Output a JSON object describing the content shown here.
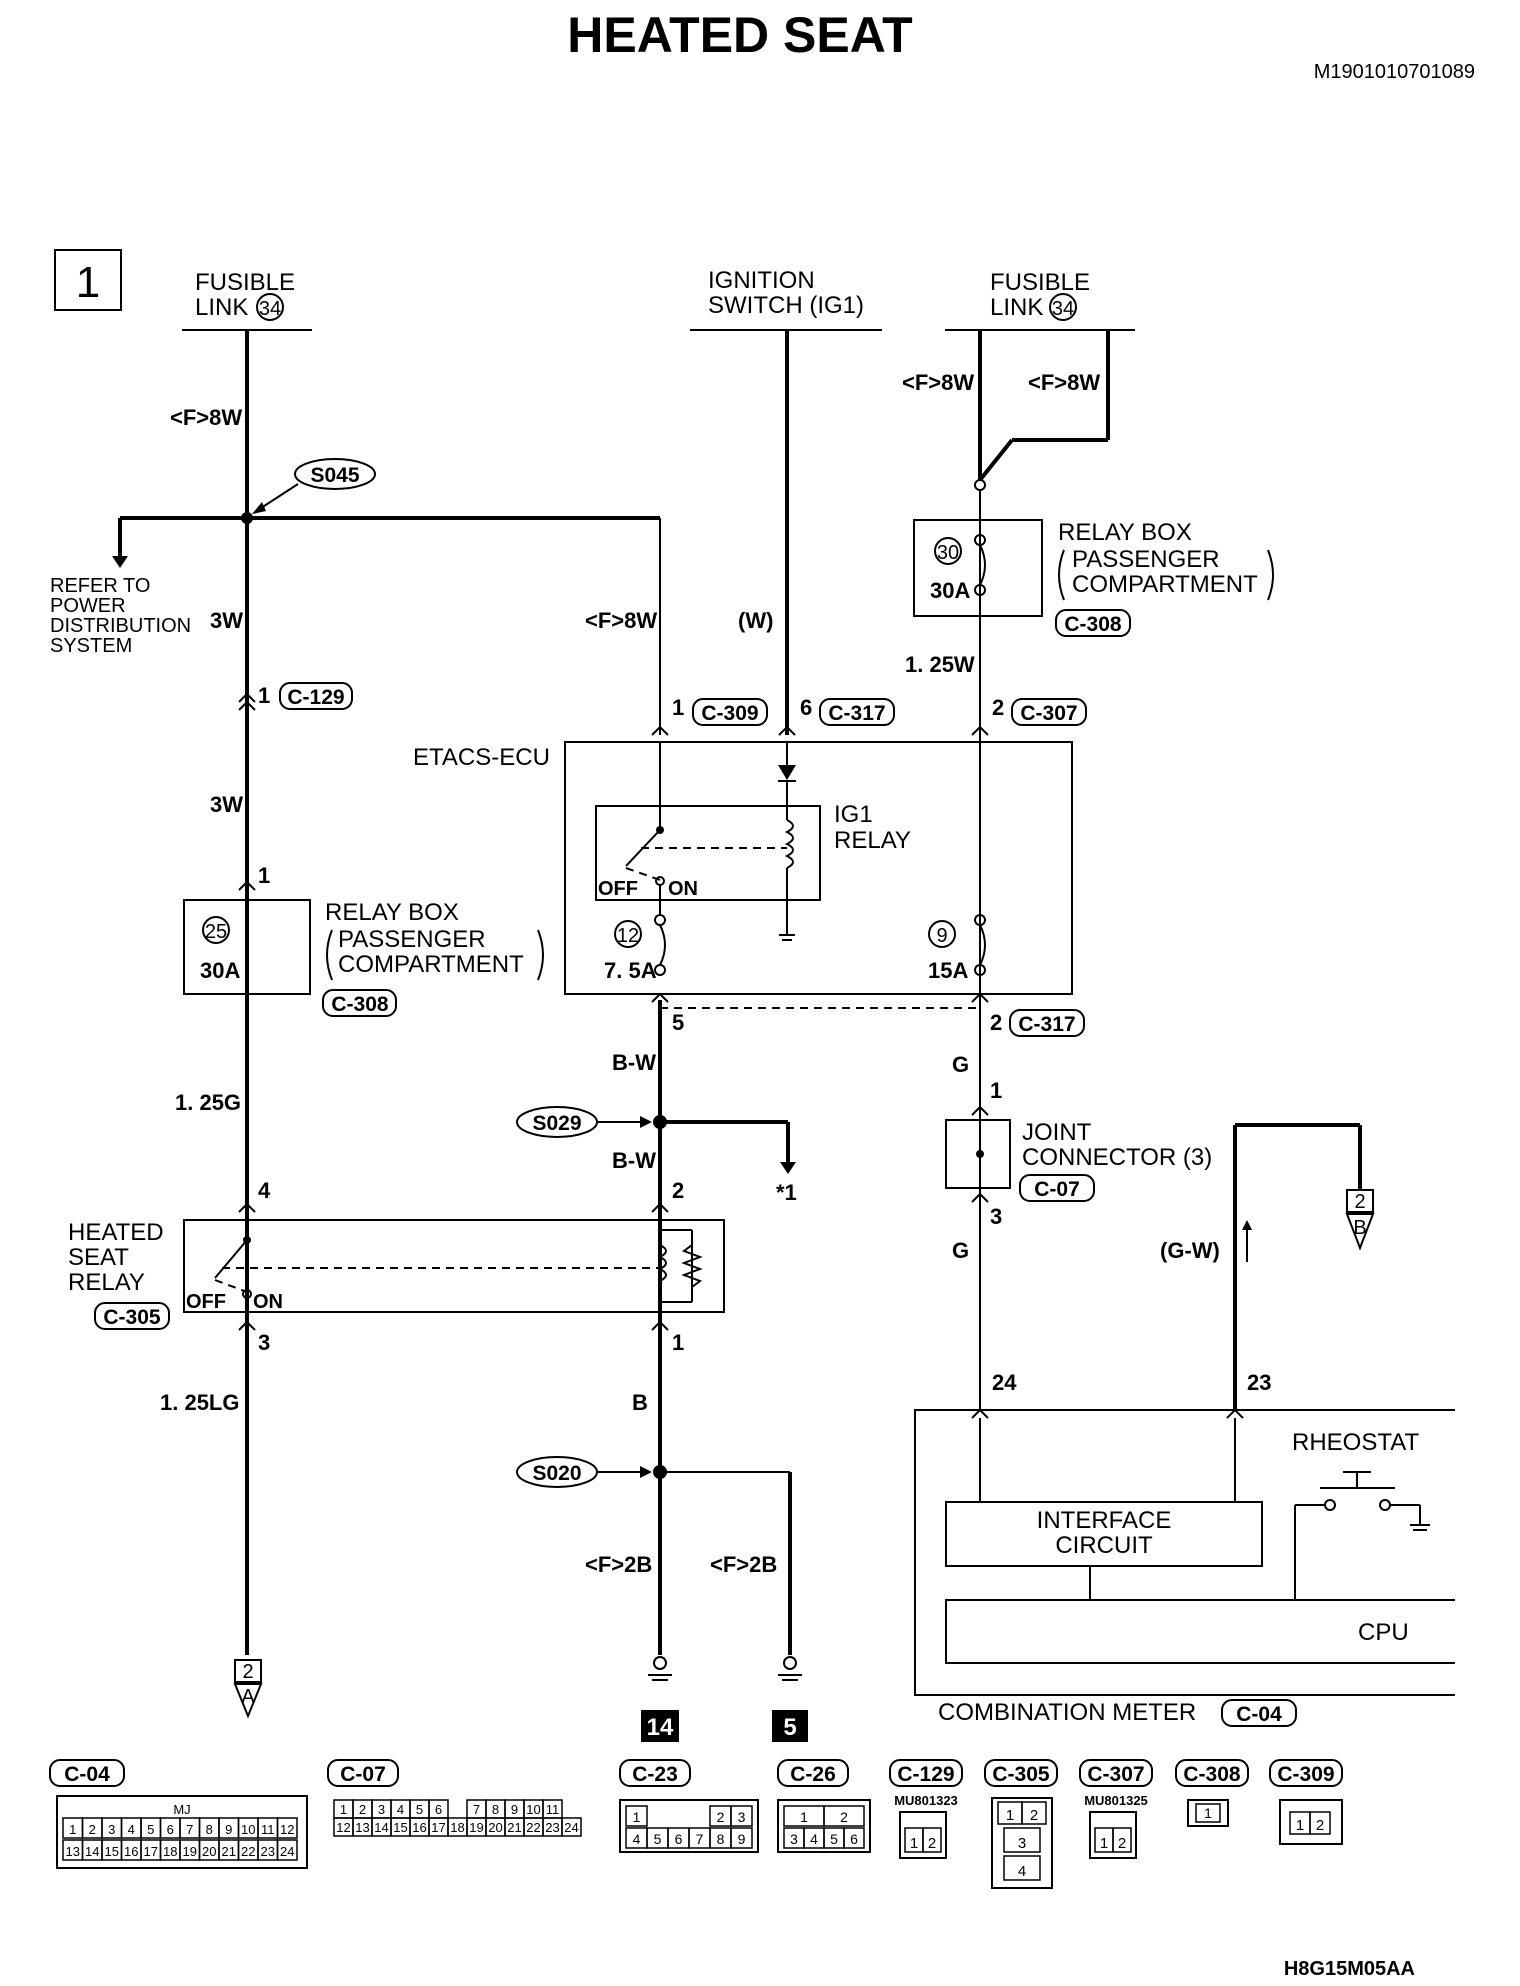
{
  "title": "HEATED SEAT",
  "doc_code": "M1901010701089",
  "page_number": "1",
  "fig_code": "H8G15M05AA",
  "sources": {
    "fusible_left": [
      "FUSIBLE",
      "LINK"
    ],
    "fusible_left_num": "34",
    "ignition": [
      "IGNITION",
      "SWITCH (IG1)"
    ],
    "fusible_right": [
      "FUSIBLE",
      "LINK"
    ],
    "fusible_right_num": "34"
  },
  "splices": {
    "s045": "S045",
    "s029": "S029",
    "s020": "S020"
  },
  "refer_to": [
    "REFER TO",
    "POWER",
    "DISTRIBUTION",
    "SYSTEM"
  ],
  "wires": {
    "w_f8w_left": "<F>8W",
    "w_3w_a": "3W",
    "w_3w_b": "3W",
    "w_f8w_mid": "<F>8W",
    "w_w": "(W)",
    "w_f8w_r1": "<F>8W",
    "w_f8w_r2": "<F>8W",
    "w_125w": "1. 25W",
    "w_125g": "1. 25G",
    "w_bw1": "B-W",
    "w_bw2": "B-W",
    "w_g1": "G",
    "w_g2": "G",
    "w_gw": "(G-W)",
    "w_125lg": "1. 25LG",
    "w_b": "B",
    "w_f2b_1": "<F>2B",
    "w_f2b_2": "<F>2B"
  },
  "pins": {
    "p_c129": "1",
    "p_c309": "1",
    "p_c317a": "6",
    "p_c307": "2",
    "p_rb_in": "1",
    "p_ecu5": "5",
    "p_c317b": "2",
    "p_jc1": "1",
    "p_hs4": "4",
    "p_hs2": "2",
    "p_jc3": "3",
    "p_hs3": "3",
    "p_hs1": "1",
    "p_m24": "24",
    "p_m23": "23"
  },
  "connectors": {
    "c129": "C-129",
    "c309": "C-309",
    "c317a": "C-317",
    "c307": "C-307",
    "c308a": "C-308",
    "c308b": "C-308",
    "c317b": "C-317",
    "c07": "C-07",
    "c305": "C-305",
    "c04": "C-04"
  },
  "relay_box_right": {
    "label": [
      "RELAY BOX",
      "PASSENGER",
      "COMPARTMENT"
    ],
    "fuse_num": "30",
    "fuse_amp": "30A"
  },
  "relay_box_left": {
    "label": [
      "RELAY BOX",
      "PASSENGER",
      "COMPARTMENT"
    ],
    "fuse_num": "25",
    "fuse_amp": "30A"
  },
  "etacs": {
    "label": "ETACS-ECU",
    "relay": [
      "IG1",
      "RELAY"
    ],
    "off": "OFF",
    "on": "ON",
    "fuse12_num": "12",
    "fuse12_amp": "7. 5A",
    "fuse9_num": "9",
    "fuse9_amp": "15A"
  },
  "joint": [
    "JOINT",
    "CONNECTOR (3)"
  ],
  "heated_relay": {
    "label": [
      "HEATED",
      "SEAT",
      "RELAY"
    ],
    "off": "OFF",
    "on": "ON"
  },
  "star_note": "*1",
  "combination_meter": {
    "label": "COMBINATION METER",
    "rheostat": "RHEOSTAT",
    "interface": [
      "INTERFACE",
      "CIRCUIT"
    ],
    "cpu": "CPU"
  },
  "offpage": {
    "a_num": "2",
    "a_letter": "A",
    "b_num": "2",
    "b_letter": "B"
  },
  "grounds": {
    "g14": "14",
    "g5": "5"
  },
  "connector_views": [
    {
      "code": "C-04",
      "sub": "MJ",
      "row1": [
        "1",
        "2",
        "3",
        "4",
        "5",
        "6",
        "7",
        "8",
        "9",
        "10",
        "11",
        "12"
      ],
      "row2": [
        "13",
        "14",
        "15",
        "16",
        "17",
        "18",
        "19",
        "20",
        "21",
        "22",
        "23",
        "24"
      ]
    },
    {
      "code": "C-07",
      "row1": [
        "1",
        "2",
        "3",
        "4",
        "5",
        "6",
        "",
        "7",
        "8",
        "9",
        "10",
        "11"
      ],
      "row2": [
        "12",
        "13",
        "14",
        "15",
        "16",
        "17",
        "18",
        "19",
        "20",
        "21",
        "22",
        "23",
        "24"
      ]
    },
    {
      "code": "C-23",
      "row1": [
        "1",
        "",
        "",
        "",
        "2",
        "3"
      ],
      "row2": [
        "4",
        "5",
        "6",
        "7",
        "8",
        "9"
      ]
    },
    {
      "code": "C-26",
      "row1": [
        "1",
        "2"
      ],
      "row2": [
        "3",
        "4",
        "5",
        "6"
      ]
    },
    {
      "code": "C-129",
      "sub": "MU801323",
      "row1": [
        "1",
        "2"
      ]
    },
    {
      "code": "C-305",
      "row1": [
        "1",
        "2"
      ],
      "row2": [
        "3"
      ],
      "row3": [
        "4"
      ]
    },
    {
      "code": "C-307",
      "sub": "MU801325",
      "row1": [
        "1",
        "2"
      ]
    },
    {
      "code": "C-308",
      "row1": [
        "1"
      ]
    },
    {
      "code": "C-309",
      "row1": [
        "1",
        "2"
      ]
    }
  ]
}
